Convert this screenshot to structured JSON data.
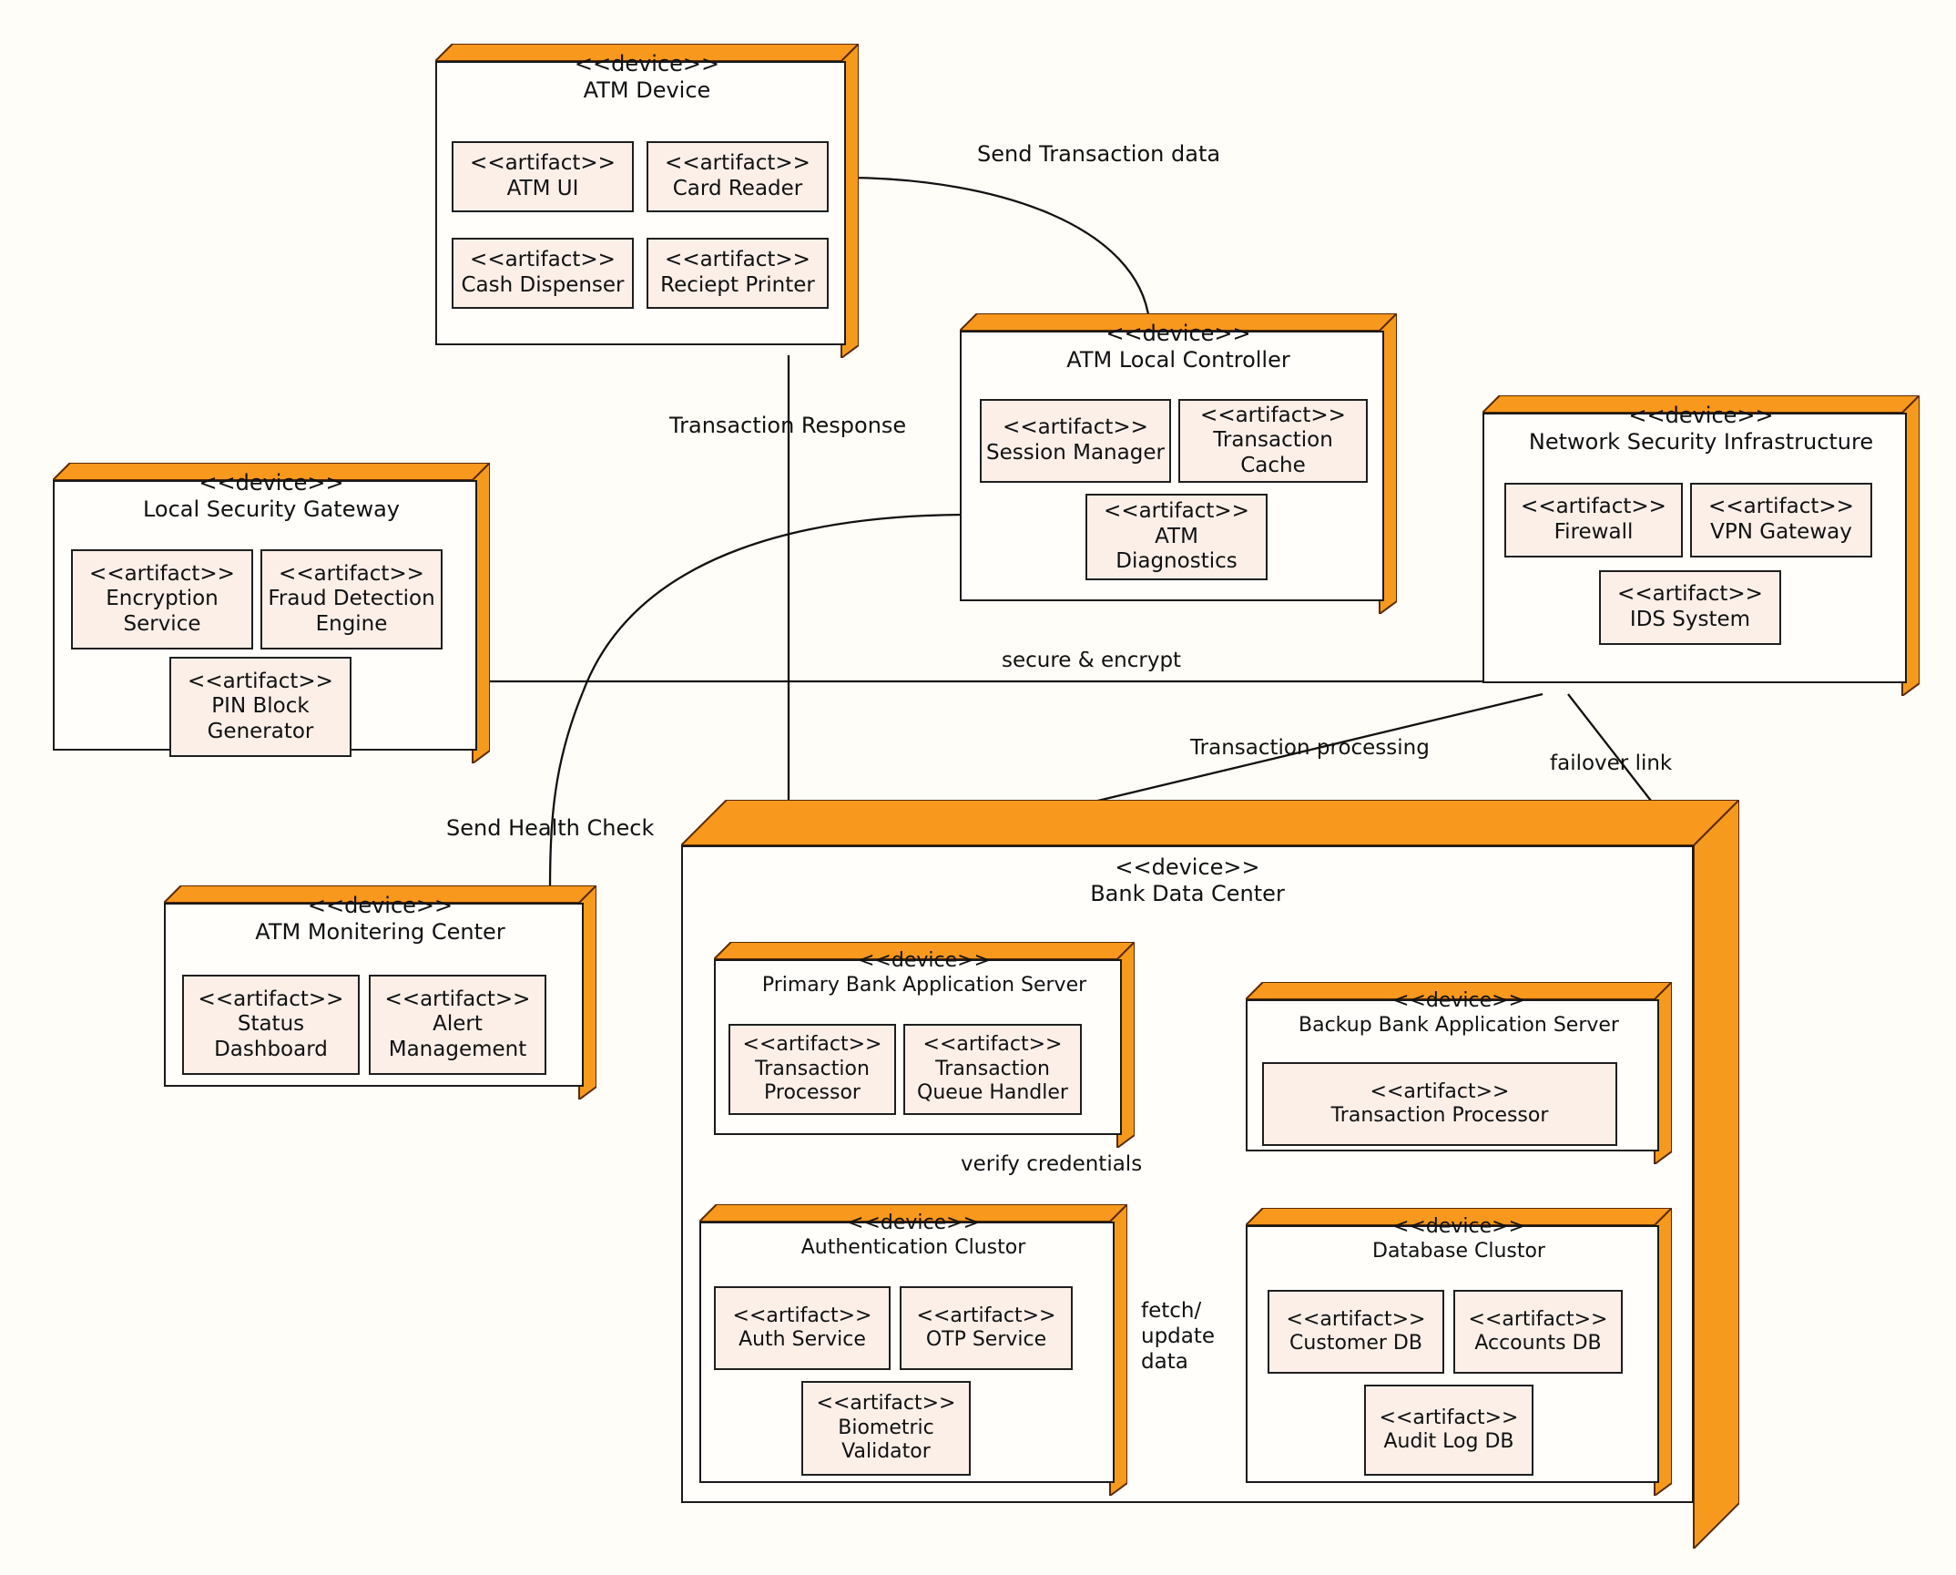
{
  "diagram": {
    "type": "UML Deployment Diagram",
    "stereotype_device": "<<device>>",
    "stereotype_artifact": "<<artifact>>",
    "colors": {
      "node_top": "#f8981d",
      "node_top_dark": "#e07b10",
      "node_body": "#fffefb",
      "artifact_fill": "#fbefe8",
      "stroke": "#1a1a1a",
      "background": "#fffdf7"
    }
  },
  "nodes": {
    "atm_device": {
      "stereotype": "<<device>>",
      "name": "ATM Device",
      "artifacts": [
        {
          "stereotype": "<<artifact>>",
          "name": "ATM UI"
        },
        {
          "stereotype": "<<artifact>>",
          "name": "Card Reader"
        },
        {
          "stereotype": "<<artifact>>",
          "name": "Cash Dispenser"
        },
        {
          "stereotype": "<<artifact>>",
          "name": "Reciept Printer"
        }
      ]
    },
    "atm_local_controller": {
      "stereotype": "<<device>>",
      "name": "ATM Local Controller",
      "artifacts": [
        {
          "stereotype": "<<artifact>>",
          "name": "Session Manager"
        },
        {
          "stereotype": "<<artifact>>",
          "name": "Transaction\nCache"
        },
        {
          "stereotype": "<<artifact>>",
          "name": "ATM\nDiagnostics"
        }
      ]
    },
    "network_security_infrastructure": {
      "stereotype": "<<device>>",
      "name": "Network Security Infrastructure",
      "artifacts": [
        {
          "stereotype": "<<artifact>>",
          "name": "Firewall"
        },
        {
          "stereotype": "<<artifact>>",
          "name": "VPN Gateway"
        },
        {
          "stereotype": "<<artifact>>",
          "name": "IDS System"
        }
      ]
    },
    "local_security_gateway": {
      "stereotype": "<<device>>",
      "name": "Local Security Gateway",
      "artifacts": [
        {
          "stereotype": "<<artifact>>",
          "name": "Encryption\nService"
        },
        {
          "stereotype": "<<artifact>>",
          "name": "Fraud Detection\nEngine"
        },
        {
          "stereotype": "<<artifact>>",
          "name": "PIN Block\nGenerator"
        }
      ]
    },
    "atm_monitering_center": {
      "stereotype": "<<device>>",
      "name": "ATM Monitering Center",
      "artifacts": [
        {
          "stereotype": "<<artifact>>",
          "name": "Status\nDashboard"
        },
        {
          "stereotype": "<<artifact>>",
          "name": "Alert\nManagement"
        }
      ]
    },
    "bank_data_center": {
      "stereotype": "<<device>>",
      "name": "Bank Data Center",
      "children": {
        "primary_bank_application_server": {
          "stereotype": "<<device>>",
          "name": "Primary Bank Application Server",
          "artifacts": [
            {
              "stereotype": "<<artifact>>",
              "name": "Transaction\nProcessor"
            },
            {
              "stereotype": "<<artifact>>",
              "name": "Transaction\nQueue Handler"
            }
          ]
        },
        "backup_bank_application_server": {
          "stereotype": "<<device>>",
          "name": "Backup Bank Application Server",
          "artifacts": [
            {
              "stereotype": "<<artifact>>",
              "name": "Transaction Processor"
            }
          ]
        },
        "authentication_clustor": {
          "stereotype": "<<device>>",
          "name": "Authentication Clustor",
          "artifacts": [
            {
              "stereotype": "<<artifact>>",
              "name": "Auth Service"
            },
            {
              "stereotype": "<<artifact>>",
              "name": "OTP Service"
            },
            {
              "stereotype": "<<artifact>>",
              "name": "Biometric\nValidator"
            }
          ]
        },
        "database_clustor": {
          "stereotype": "<<device>>",
          "name": "Database Clustor",
          "artifacts": [
            {
              "stereotype": "<<artifact>>",
              "name": "Customer DB"
            },
            {
              "stereotype": "<<artifact>>",
              "name": "Accounts DB"
            },
            {
              "stereotype": "<<artifact>>",
              "name": "Audit Log DB"
            }
          ]
        }
      }
    }
  },
  "connections": [
    {
      "id": "send_transaction_data",
      "label": "Send Transaction data",
      "from": "atm_device",
      "to": "atm_local_controller"
    },
    {
      "id": "transaction_response",
      "label": "Transaction Response",
      "from": "atm_device",
      "to": "bank_data_center"
    },
    {
      "id": "secure_encrypt",
      "label": "secure & encrypt",
      "from": "local_security_gateway",
      "to": "network_security_infrastructure"
    },
    {
      "id": "send_health_check",
      "label": "Send Health Check",
      "from": "atm_local_controller",
      "to": "atm_monitering_center"
    },
    {
      "id": "transaction_processing",
      "label": "Transaction processing",
      "from": "network_security_infrastructure",
      "to": "bank_data_center"
    },
    {
      "id": "failover_link",
      "label": "failover link",
      "from": "network_security_infrastructure",
      "to": "bank_data_center"
    },
    {
      "id": "verify_credentials",
      "label": "verify credentials",
      "from": "primary_bank_application_server",
      "to": "authentication_clustor"
    },
    {
      "id": "fetch_update_data",
      "label": "fetch/\nupdate\ndata",
      "from": "authentication_clustor",
      "to": "database_clustor"
    }
  ]
}
